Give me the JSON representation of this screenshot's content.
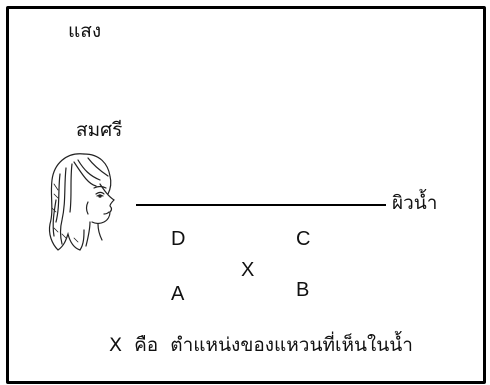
{
  "labels": {
    "light": "แสง",
    "person": "สมศรี",
    "water_surface": "ผิวน้ำ",
    "legend": "X  คือ  ตำแหน่งของแหวนที่เห็นในน้ำ"
  },
  "points": {
    "a": "A",
    "b": "B",
    "c": "C",
    "d": "D",
    "x": "X"
  },
  "colors": {
    "ink": "#111111",
    "frame": "#000000"
  }
}
